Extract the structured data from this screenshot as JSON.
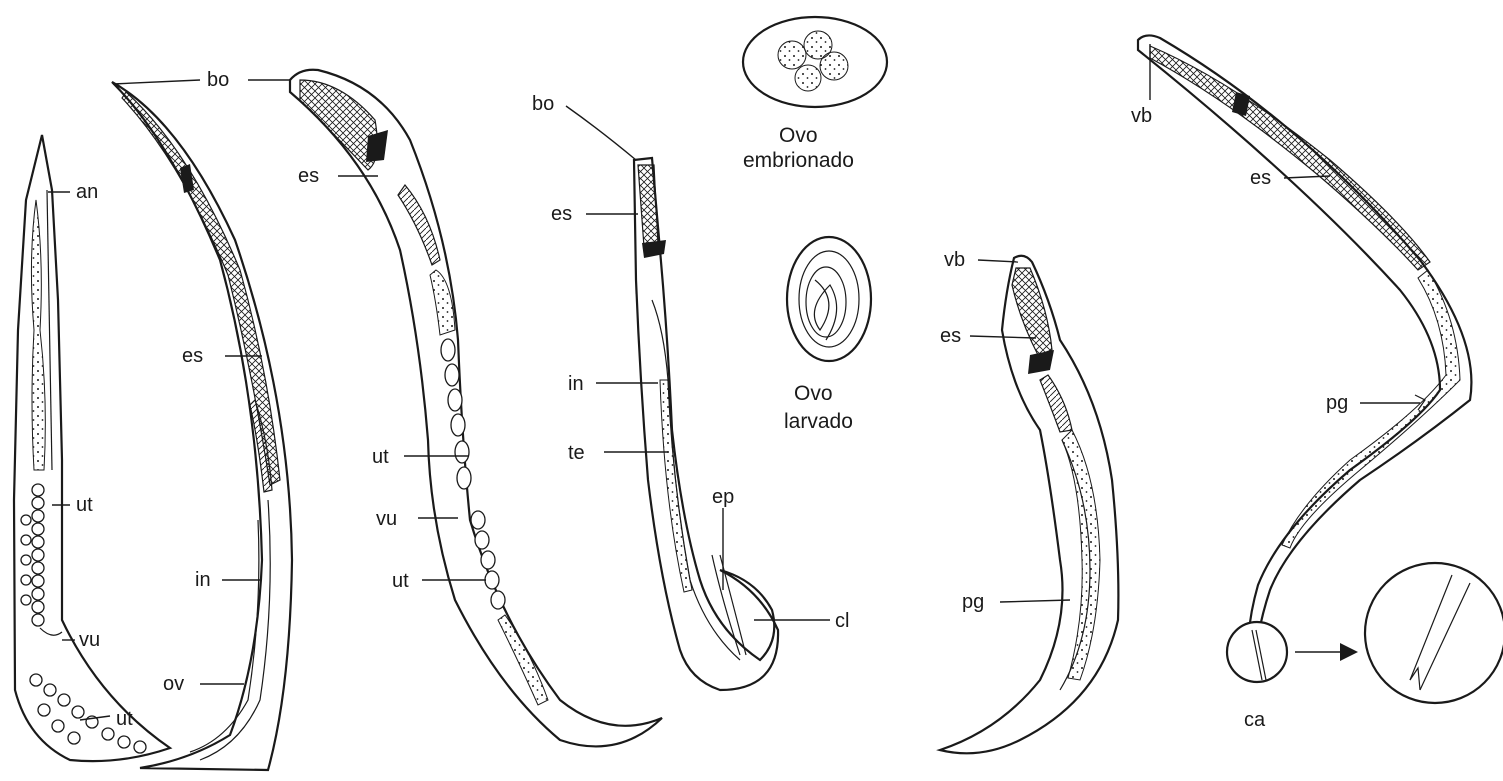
{
  "labels": {
    "bo": "bo",
    "an": "an",
    "es": "es",
    "ut": "ut",
    "vu": "vu",
    "in": "in",
    "ov": "ov",
    "te": "te",
    "ep": "ep",
    "cl": "cl",
    "vb": "vb",
    "pg": "pg",
    "ca": "ca"
  },
  "captions": {
    "egg_embryonated_line1": "Ovo",
    "egg_embryonated_line2": "embrionado",
    "egg_larvated_line1": "Ovo",
    "egg_larvated_line2": "larvado"
  }
}
